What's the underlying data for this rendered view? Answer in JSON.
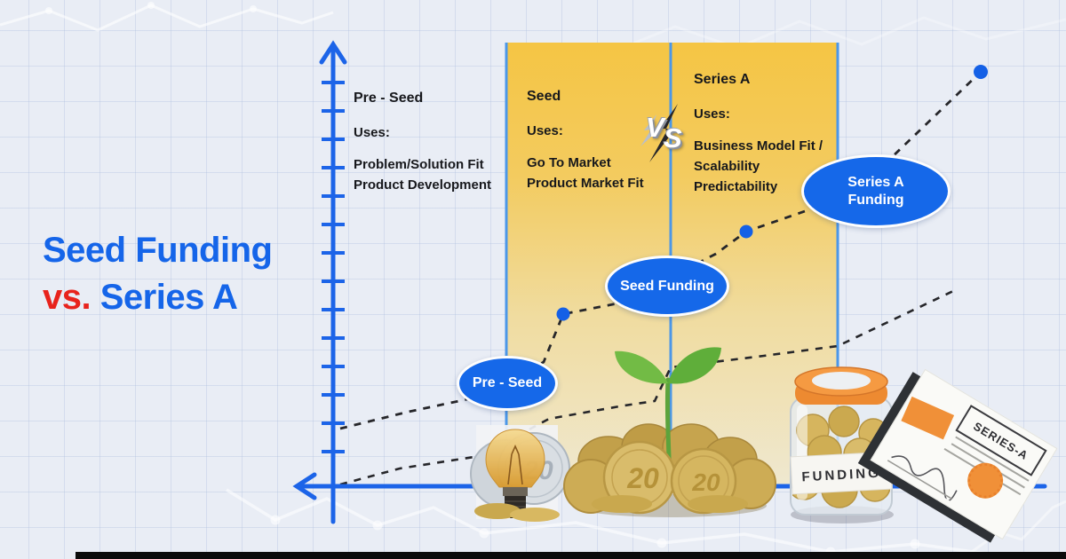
{
  "title": {
    "line1": "Seed Funding",
    "line2_accent": "vs.",
    "line2_rest": " Series A"
  },
  "stages": [
    {
      "heading": "Pre - Seed",
      "uses_label": "Uses:",
      "uses": [
        "Problem/Solution Fit",
        "Product Development"
      ]
    },
    {
      "heading": "Seed",
      "uses_label": "Uses:",
      "uses": [
        "Go To Market",
        "Product Market Fit"
      ]
    },
    {
      "heading": "Series A",
      "uses_label": "Uses:",
      "uses": [
        "Business Model Fit /",
        "Scalability",
        "Predictability"
      ]
    }
  ],
  "vs_badge_label": "VS",
  "milestone_bubbles": [
    {
      "label": "Pre - Seed"
    },
    {
      "label": "Seed Funding"
    },
    {
      "label_line1": "Series A",
      "label_line2": "Funding"
    }
  ],
  "illustrations": {
    "jar_label": "FUNDING",
    "document_label": "SERIES-A",
    "coin_value": "20"
  },
  "colors": {
    "title_blue": "#1565E9",
    "accent_red": "#E8231C",
    "axis_blue": "#1C64E8",
    "panel_border_blue": "#4C97E8",
    "panel_yellow_top": "#F5C544",
    "bubble_blue": "#1568E9",
    "text_dark": "#17181C"
  }
}
